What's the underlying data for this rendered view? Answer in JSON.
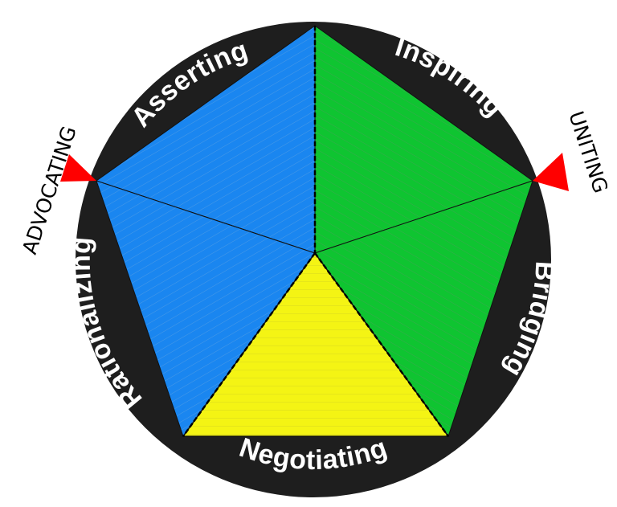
{
  "segments": {
    "asserting": "Asserting",
    "inspiring": "Inspiring",
    "bridging": "Bridging",
    "negotiating": "Negotiating",
    "rationalizing": "Rationalizing"
  },
  "markers": {
    "advocating": "ADVOCATING",
    "uniting": "UNITING"
  },
  "colors": {
    "ring": "#1e1e1e",
    "blue": "#1a86f0",
    "green": "#0fc431",
    "yellow": "#f4f414",
    "arrow": "#ff0000"
  }
}
